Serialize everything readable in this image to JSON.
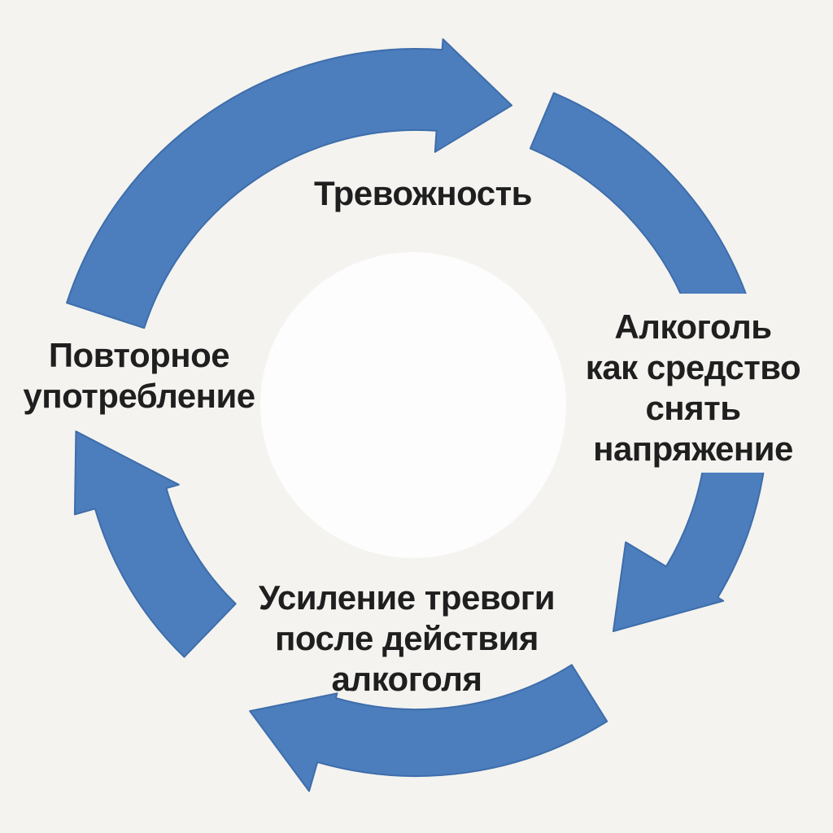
{
  "diagram": {
    "type": "cycle",
    "direction": "clockwise",
    "language": "ru",
    "steps": [
      {
        "id": "anxiety",
        "position": "top",
        "label": "Тревожность"
      },
      {
        "id": "alcohol-as-relief",
        "position": "right",
        "label": "Алкоголь\nкак средство\nснять\nнапряжение"
      },
      {
        "id": "increased-anxiety",
        "position": "bottom",
        "label": "Усиление тревоги\nпосле действия\nалкоголя"
      },
      {
        "id": "repeated-use",
        "position": "left",
        "label": "Повторное\nупотребление"
      }
    ],
    "colors": {
      "background": "#f4f3ef",
      "arrow_fill": "#4c7dbc",
      "arrow_stroke": "#3e6dab",
      "center_circle": "#fdfdfd",
      "text": "#1f1f1f"
    }
  }
}
